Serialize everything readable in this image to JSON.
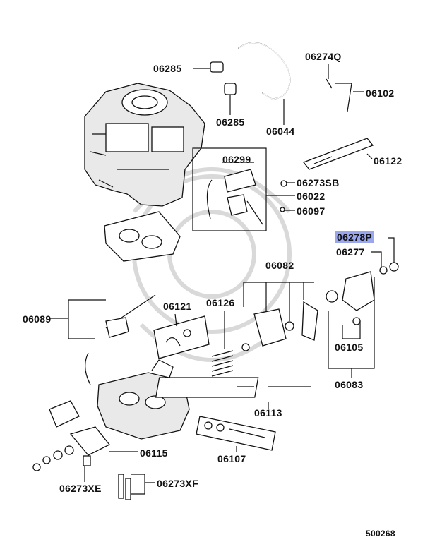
{
  "diagram": {
    "highlight_color": "#9aa6ee",
    "labels": {
      "p06285a": "06285",
      "p06285b": "06285",
      "p06044": "06044",
      "p06274Q": "06274Q",
      "p06102": "06102",
      "p06122": "06122",
      "p06299": "06299",
      "p06273SB": "06273SB",
      "p06022": "06022",
      "p06097": "06097",
      "p06278P": "06278P",
      "p06277": "06277",
      "p06082": "06082",
      "p06089": "06089",
      "p06121": "06121",
      "p06126": "06126",
      "p06105": "06105",
      "p06083": "06083",
      "p06113": "06113",
      "p06115": "06115",
      "p06107": "06107",
      "p06273XE": "06273XE",
      "p06273XF": "06273XF"
    },
    "footer_code": "500268"
  }
}
